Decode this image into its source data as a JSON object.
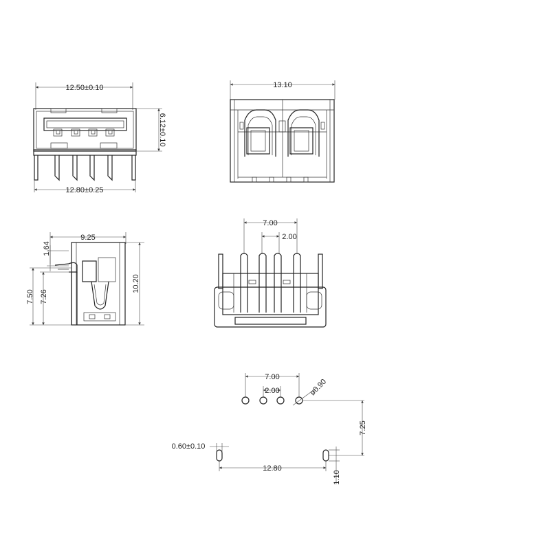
{
  "front_view": {
    "top_width": "12.50±0.10",
    "bottom_width": "12.80±0.25",
    "height": "6.12±0.10"
  },
  "top_view": {
    "width": "13.10"
  },
  "side_view": {
    "depth": "9.25",
    "tab_offset": "1.64",
    "pin_height_outer": "7.50",
    "pin_height_inner": "7.26",
    "total_height": "10.20"
  },
  "rear_view": {
    "outer_pin_span": "7.00",
    "pin_pitch": "2.00"
  },
  "pcb_layout": {
    "outer_pin_span": "7.00",
    "pin_pitch": "2.00",
    "hole_diameter": "ø0.90",
    "slot_width": "0.60±0.10",
    "row_spacing": "7.25",
    "tab_span": "12.80",
    "slot_length": "1.10"
  }
}
